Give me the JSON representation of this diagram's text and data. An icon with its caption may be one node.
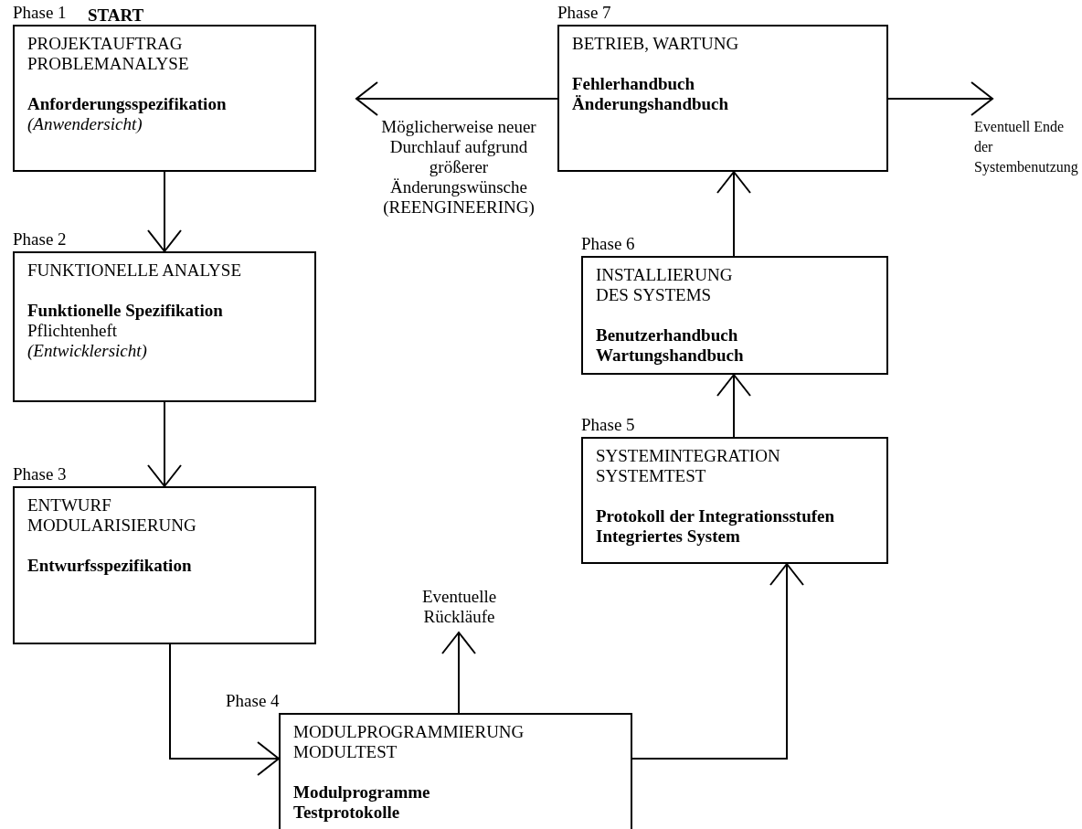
{
  "diagram": {
    "nodes": [
      {
        "text": [
          "PROJEKTAUFTRAG PROBLEMANALYSE",
          "**Anforderungsspezifikation** *(Anwendersicht)*"
        ],
        "beside": [
          "Phase 1"
        ]
      },
      {
        "text": [
          "FUNKTIONELLE ANALYSE",
          "**Funktionelle Spezifikation** Pflichtenheft *(Entwicklersicht)*"
        ],
        "beside": [
          "Phase 2"
        ]
      },
      {
        "text": [
          "ENTWURF MODULARISIERUNG",
          "Entwurfsspezifikation"
        ],
        "beside": [
          "Phase 3"
        ]
      },
      {
        "text": [
          "MODULPROGRAMMIERUNG MODULTEST",
          "Modulprogramme Testprotokolle"
        ],
        "beside": [
          "Phase 4"
        ]
      },
      {
        "text": [
          "SYSTEMINTEGRATION SYSTEMTEST",
          "Protokoll der Integrationsstufen Integriertes System"
        ],
        "beside": [
          "Phase 5"
        ]
      },
      {
        "text": [
          "INSTALLIERUNG DES SYSTEMS",
          "Benutzerhandbuch Wartungshandbuch"
        ],
        "beside": [
          "Phase 6"
        ]
      },
      {
        "text": [
          "BETRIEB, WARTUNG",
          "Fehlerhandbuch Änderungshandbuch"
        ],
        "beside": [
          "Phase 7"
        ]
      }
    ],
    "edges": [
      {
        "from": 0,
        "to": 1,
        "arrow": "to"
      },
      {
        "from": 1,
        "to": 2,
        "arrow": "to"
      },
      {
        "from": 2,
        "to": 3,
        "arrow": "to"
      },
      {
        "from": 3,
        "to": 4,
        "arrow": "to"
      },
      {
        "from": 4,
        "to": 5,
        "arrow": "to"
      },
      {
        "from": 5,
        "to": 6,
        "arrow": "to"
      },
      {
        "from": 6,
        "to": null,
        "arrow": "to",
        "label": "Möglicherweise neuer Durchlauf aufgrund größerer Änderungswünsche (REENGINEERING)"
      },
      {
        "from": 6,
        "to": null,
        "arrow": "to",
        "label": "Eventuell Ende der Systembenutzung"
      },
      {
        "from": 3,
        "to": null,
        "arrow": "to",
        "label": "Eventuelle Rückläufe"
      }
    ],
    "labels": [
      "START"
    ]
  }
}
